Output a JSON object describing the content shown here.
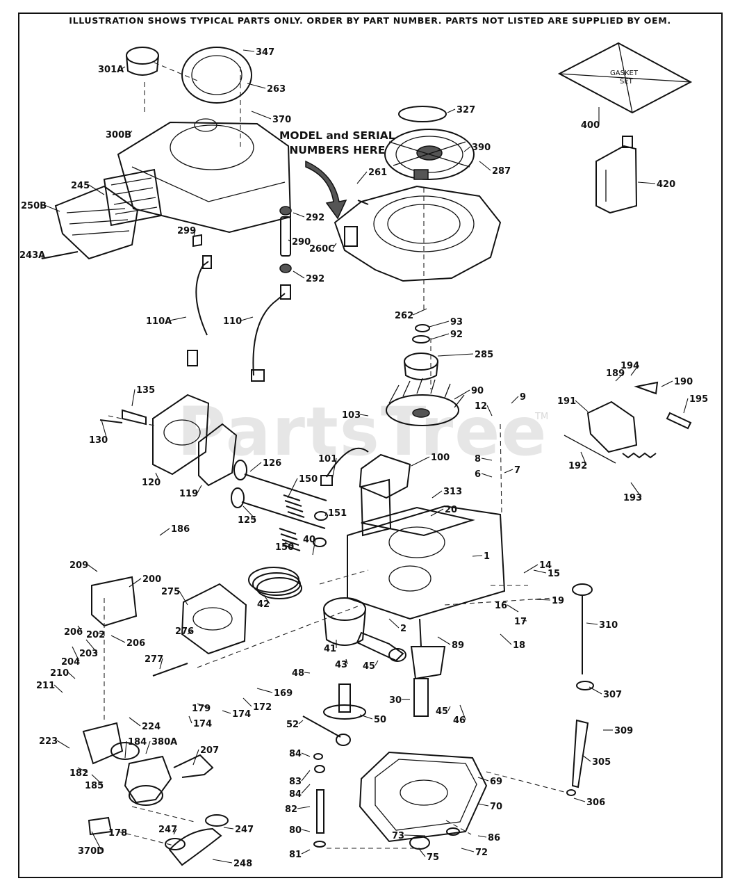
{
  "header_note": "ILLUSTRATION SHOWS TYPICAL PARTS ONLY. ORDER BY PART NUMBER. PARTS NOT LISTED ARE SUPPLIED BY OEM.",
  "callout": {
    "line1": "MODEL and SERIAL",
    "line2": "NUMBERS HERE"
  },
  "watermark": {
    "text": "PartsTree",
    "tm": "TM"
  },
  "kit_labels": {
    "gasket_line1": "GASKET",
    "gasket_line2": "SET"
  },
  "part_labels": [
    "347",
    "301A",
    "263",
    "370",
    "300B",
    "245",
    "250B",
    "292",
    "290",
    "299",
    "243A",
    "292",
    "327",
    "400",
    "390",
    "287",
    "261",
    "420",
    "260C",
    "110A",
    "110",
    "262",
    "93",
    "92",
    "285",
    "90",
    "135",
    "9",
    "12",
    "103",
    "130",
    "101",
    "100",
    "126",
    "150",
    "120",
    "119",
    "125",
    "151",
    "313",
    "20",
    "150",
    "8",
    "6",
    "7",
    "1",
    "189",
    "194",
    "190",
    "191",
    "195",
    "192",
    "193",
    "186",
    "209",
    "200",
    "40",
    "42",
    "275",
    "14",
    "15",
    "19",
    "16",
    "17",
    "18",
    "2",
    "89",
    "310",
    "206",
    "202",
    "203",
    "206",
    "276",
    "41",
    "43",
    "45",
    "204",
    "210",
    "211",
    "277",
    "48",
    "30",
    "169",
    "172",
    "174",
    "174",
    "179",
    "224",
    "50",
    "45",
    "46",
    "307",
    "223",
    "380A",
    "184",
    "207",
    "182",
    "185",
    "52",
    "309",
    "84",
    "83",
    "84",
    "69",
    "305",
    "82",
    "70",
    "306",
    "178",
    "370D",
    "247",
    "247",
    "248",
    "80",
    "73",
    "86",
    "81",
    "75",
    "72"
  ]
}
